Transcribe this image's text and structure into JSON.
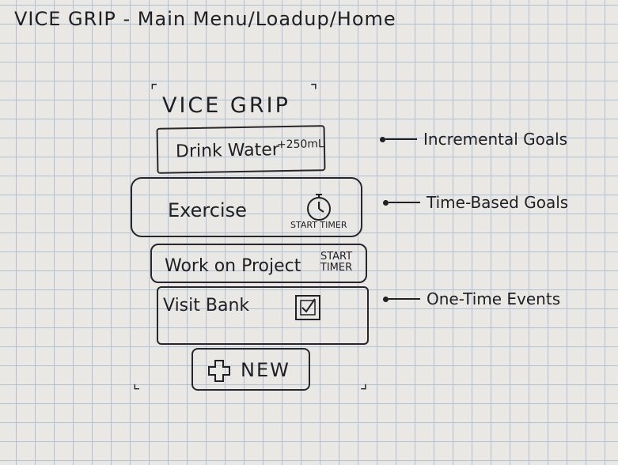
{
  "page_title": "VICE GRIP - Main Menu/Loadup/Home",
  "app_title": "VICE GRIP",
  "items": [
    {
      "label": "Drink Water",
      "action": "+250mL"
    },
    {
      "label": "Exercise",
      "action": "START TIMER"
    },
    {
      "label": "Work on Project",
      "action": "START TIMER"
    },
    {
      "label": "Visit Bank"
    }
  ],
  "new_button": {
    "label": "NEW"
  },
  "annotations": [
    {
      "label": "Incremental Goals"
    },
    {
      "label": "Time-Based Goals"
    },
    {
      "label": "One-Time Events"
    }
  ],
  "icons": [
    "stopwatch-icon",
    "checkbox-icon",
    "plus-icon"
  ]
}
